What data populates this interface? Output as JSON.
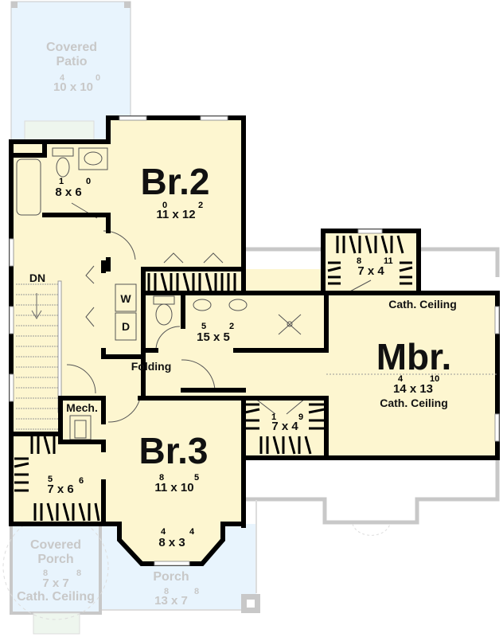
{
  "colors": {
    "room_fill": "#fdf6d0",
    "porch_fill": "#e8f4fd",
    "wall": "#000000",
    "exterior_outline": "#c8c8c8",
    "ghost_text": "#c8c8c8"
  },
  "rooms": {
    "covered_patio": {
      "name_line1": "Covered",
      "name_line2": "Patio",
      "w": "10",
      "w_in": "4",
      "d": "10",
      "d_in": "0"
    },
    "bath2": {
      "w": "8",
      "w_in": "1",
      "d": "6",
      "d_in": "0"
    },
    "br2": {
      "name": "Br.2",
      "w": "11",
      "w_in": "0",
      "d": "12",
      "d_in": "2"
    },
    "mbr_closet_top": {
      "w": "7",
      "w_in": "8",
      "d": "4",
      "d_in": "11",
      "note": "Cath. Ceiling"
    },
    "mbr": {
      "name": "Mbr.",
      "w": "14",
      "w_in": "4",
      "d": "13",
      "d_in": "10",
      "note": "Cath. Ceiling"
    },
    "master_bath": {
      "w": "15",
      "w_in": "5",
      "d": "5",
      "d_in": "2"
    },
    "laundry": {
      "washer": "W",
      "dryer": "D",
      "note": "Folding"
    },
    "stairs": {
      "label": "DN"
    },
    "mech": {
      "name": "Mech."
    },
    "mbr_closet_bottom": {
      "w": "7",
      "w_in": "1",
      "d": "4",
      "d_in": "9"
    },
    "br3": {
      "name": "Br.3",
      "w": "11",
      "w_in": "8",
      "d": "10",
      "d_in": "5"
    },
    "br3_bay": {
      "w": "8",
      "w_in": "4",
      "d": "3",
      "d_in": "4"
    },
    "br3_closet": {
      "w": "7",
      "w_in": "5",
      "d": "6",
      "d_in": "6"
    },
    "covered_porch": {
      "name_line1": "Covered",
      "name_line2": "Porch",
      "w": "7",
      "w_in": "8",
      "d": "7",
      "d_in": "8",
      "note": "Cath. Ceiling"
    },
    "porch": {
      "name": "Porch",
      "w": "13",
      "w_in": "8",
      "d": "7",
      "d_in": "8"
    }
  }
}
